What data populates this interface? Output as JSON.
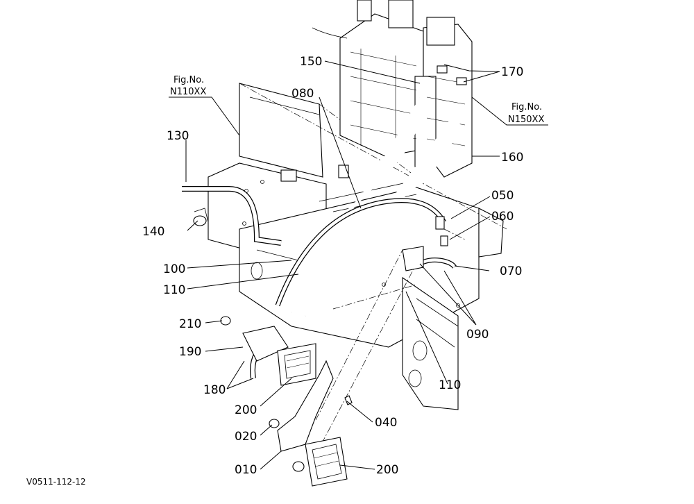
{
  "labels": {
    "l010": "010",
    "l020": "020",
    "l040": "040",
    "l050": "050",
    "l060": "060",
    "l070": "070",
    "l080": "080",
    "l090": "090",
    "l100": "100",
    "l110a": "110",
    "l110b": "110",
    "l130": "130",
    "l140": "140",
    "l150": "150",
    "l160": "160",
    "l170": "170",
    "l180": "180",
    "l190": "190",
    "l200a": "200",
    "l200b": "200",
    "l210": "210"
  },
  "figure_refs": {
    "left_title": "Fig.No.",
    "left_code": "N110XX",
    "right_title": "Fig.No.",
    "right_code": "N150XX"
  },
  "drawing_code": "V0511-112-12"
}
